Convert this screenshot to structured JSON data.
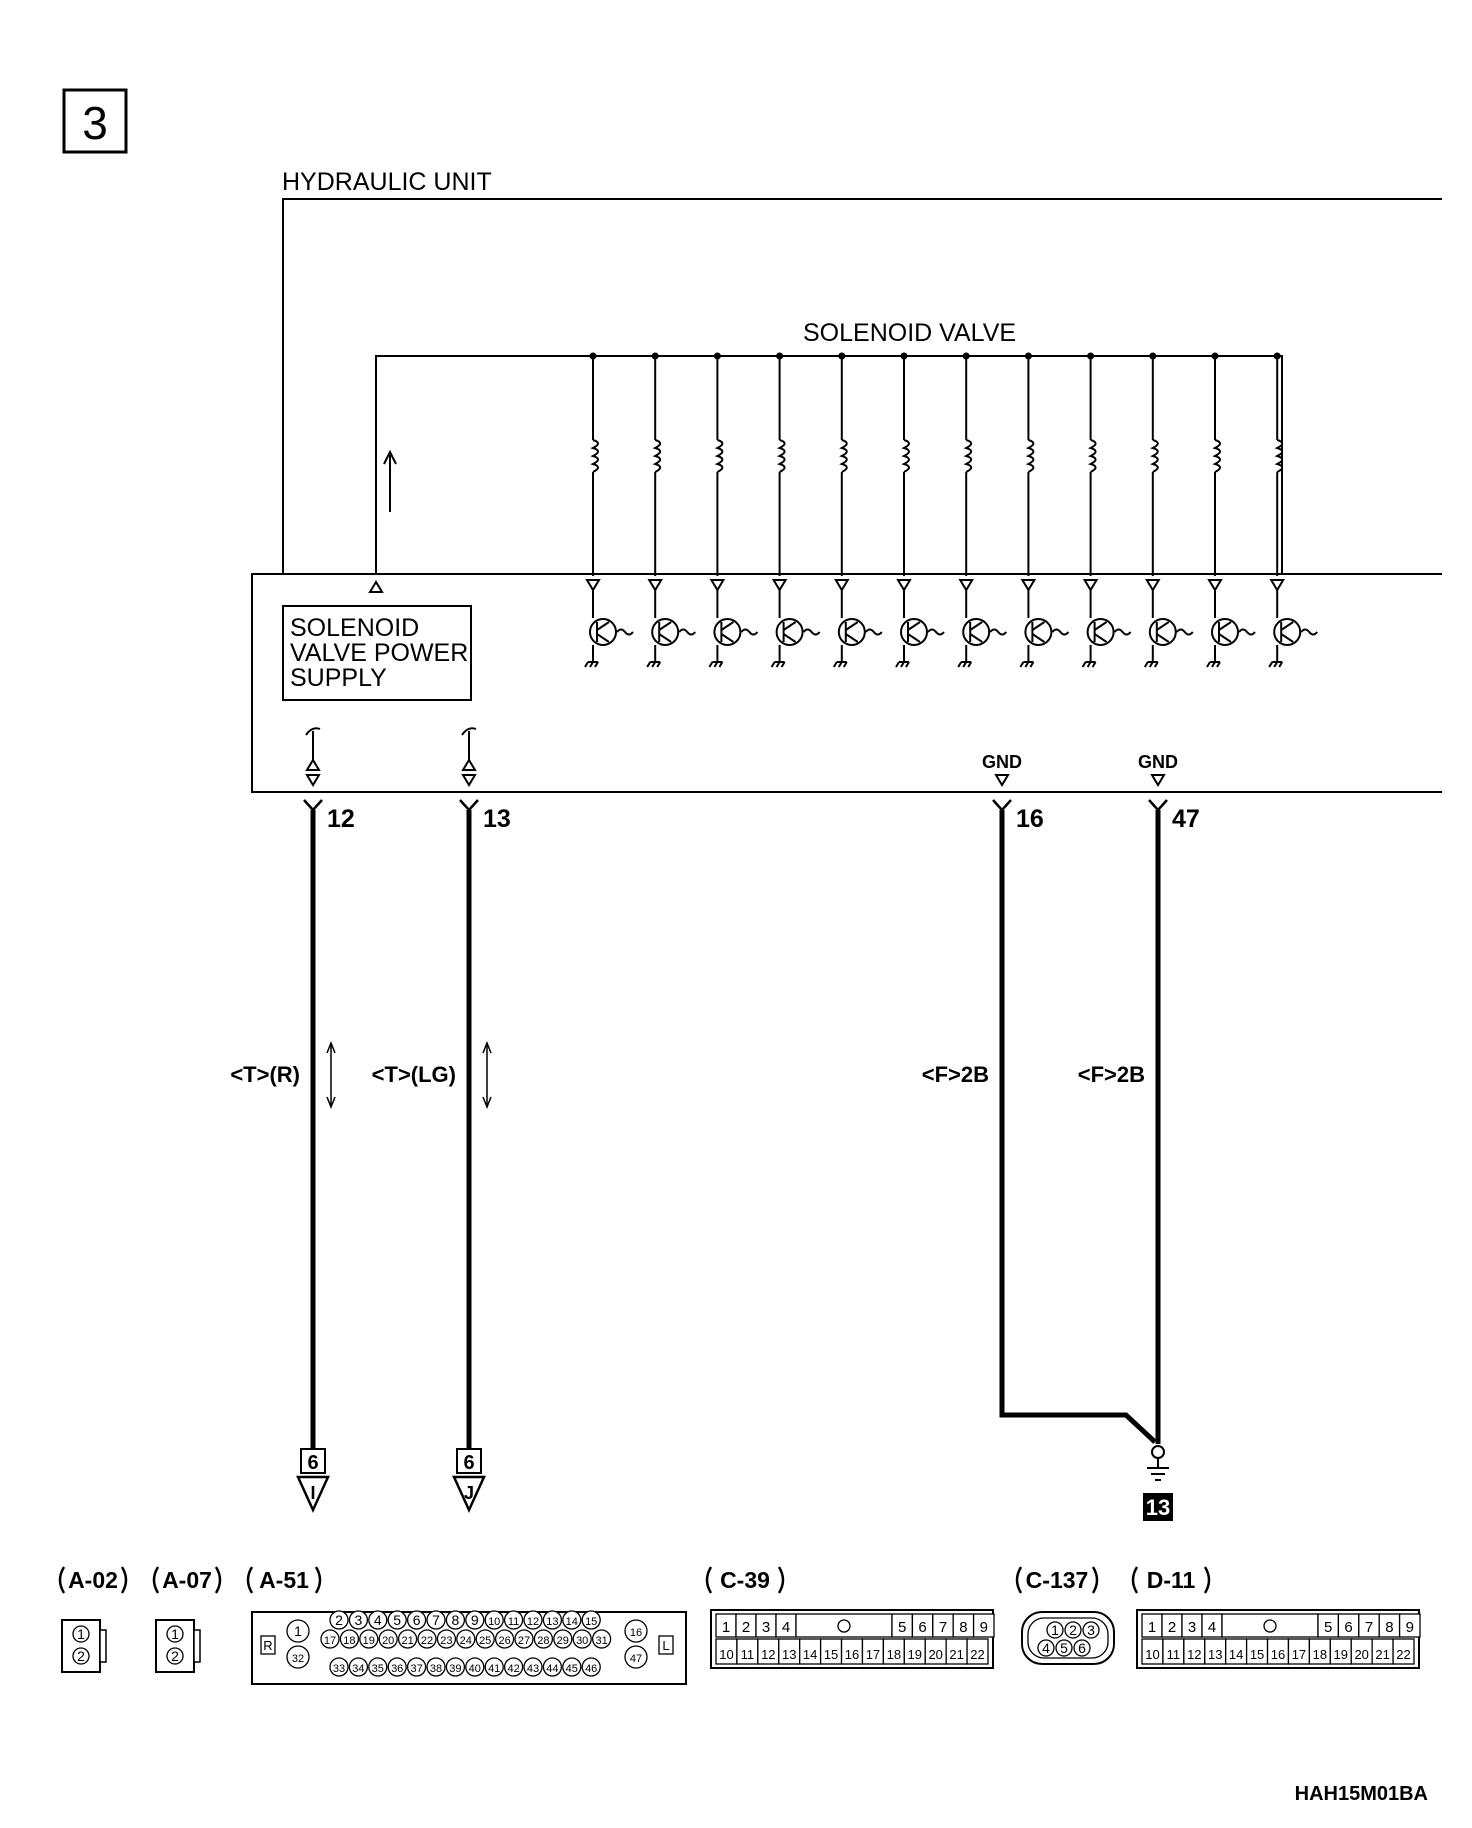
{
  "page_number": "3",
  "unit_label": "HYDRAULIC UNIT",
  "solenoid_label": "SOLENOID VALVE",
  "power_supply_lines": [
    "SOLENOID",
    "VALVE POWER",
    "SUPPLY"
  ],
  "solenoid_count": 12,
  "gnd_label": "GND",
  "terminals": [
    {
      "pin": "12",
      "wire": "<T>(R)",
      "dest_box": "6",
      "dest_letter": "I"
    },
    {
      "pin": "13",
      "wire": "<T>(LG)",
      "dest_box": "6",
      "dest_letter": "J"
    },
    {
      "pin": "16",
      "wire": "<F>2B"
    },
    {
      "pin": "47",
      "wire": "<F>2B"
    }
  ],
  "ground_number": "13",
  "connectors": [
    {
      "id": "A-02",
      "pins": [
        "1",
        "2"
      ]
    },
    {
      "id": "A-07",
      "pins": [
        "1",
        "2"
      ]
    },
    {
      "id": "A-51",
      "side_left": "R",
      "side_right": "L",
      "pins_left": [
        "1",
        "32"
      ],
      "pins_right": [
        "16",
        "47"
      ],
      "row1": [
        "2",
        "3",
        "4",
        "5",
        "6",
        "7",
        "8",
        "9",
        "10",
        "11",
        "12",
        "13",
        "14",
        "15"
      ],
      "row2": [
        "17",
        "18",
        "19",
        "20",
        "21",
        "22",
        "23",
        "24",
        "25",
        "26",
        "27",
        "28",
        "29",
        "30",
        "31"
      ],
      "row3": [
        "33",
        "34",
        "35",
        "36",
        "37",
        "38",
        "39",
        "40",
        "41",
        "42",
        "43",
        "44",
        "45",
        "46"
      ]
    },
    {
      "id": "C-39",
      "top_left": [
        "1",
        "2",
        "3",
        "4"
      ],
      "top_right": [
        "5",
        "6",
        "7",
        "8",
        "9"
      ],
      "bottom": [
        "10",
        "11",
        "12",
        "13",
        "14",
        "15",
        "16",
        "17",
        "18",
        "19",
        "20",
        "21",
        "22"
      ]
    },
    {
      "id": "C-137",
      "top": [
        "1",
        "2",
        "3"
      ],
      "bottom": [
        "4",
        "5",
        "6"
      ]
    },
    {
      "id": "D-11",
      "top_left": [
        "1",
        "2",
        "3",
        "4"
      ],
      "top_right": [
        "5",
        "6",
        "7",
        "8",
        "9"
      ],
      "bottom": [
        "10",
        "11",
        "12",
        "13",
        "14",
        "15",
        "16",
        "17",
        "18",
        "19",
        "20",
        "21",
        "22"
      ]
    }
  ],
  "figure_code": "HAH15M01BA"
}
